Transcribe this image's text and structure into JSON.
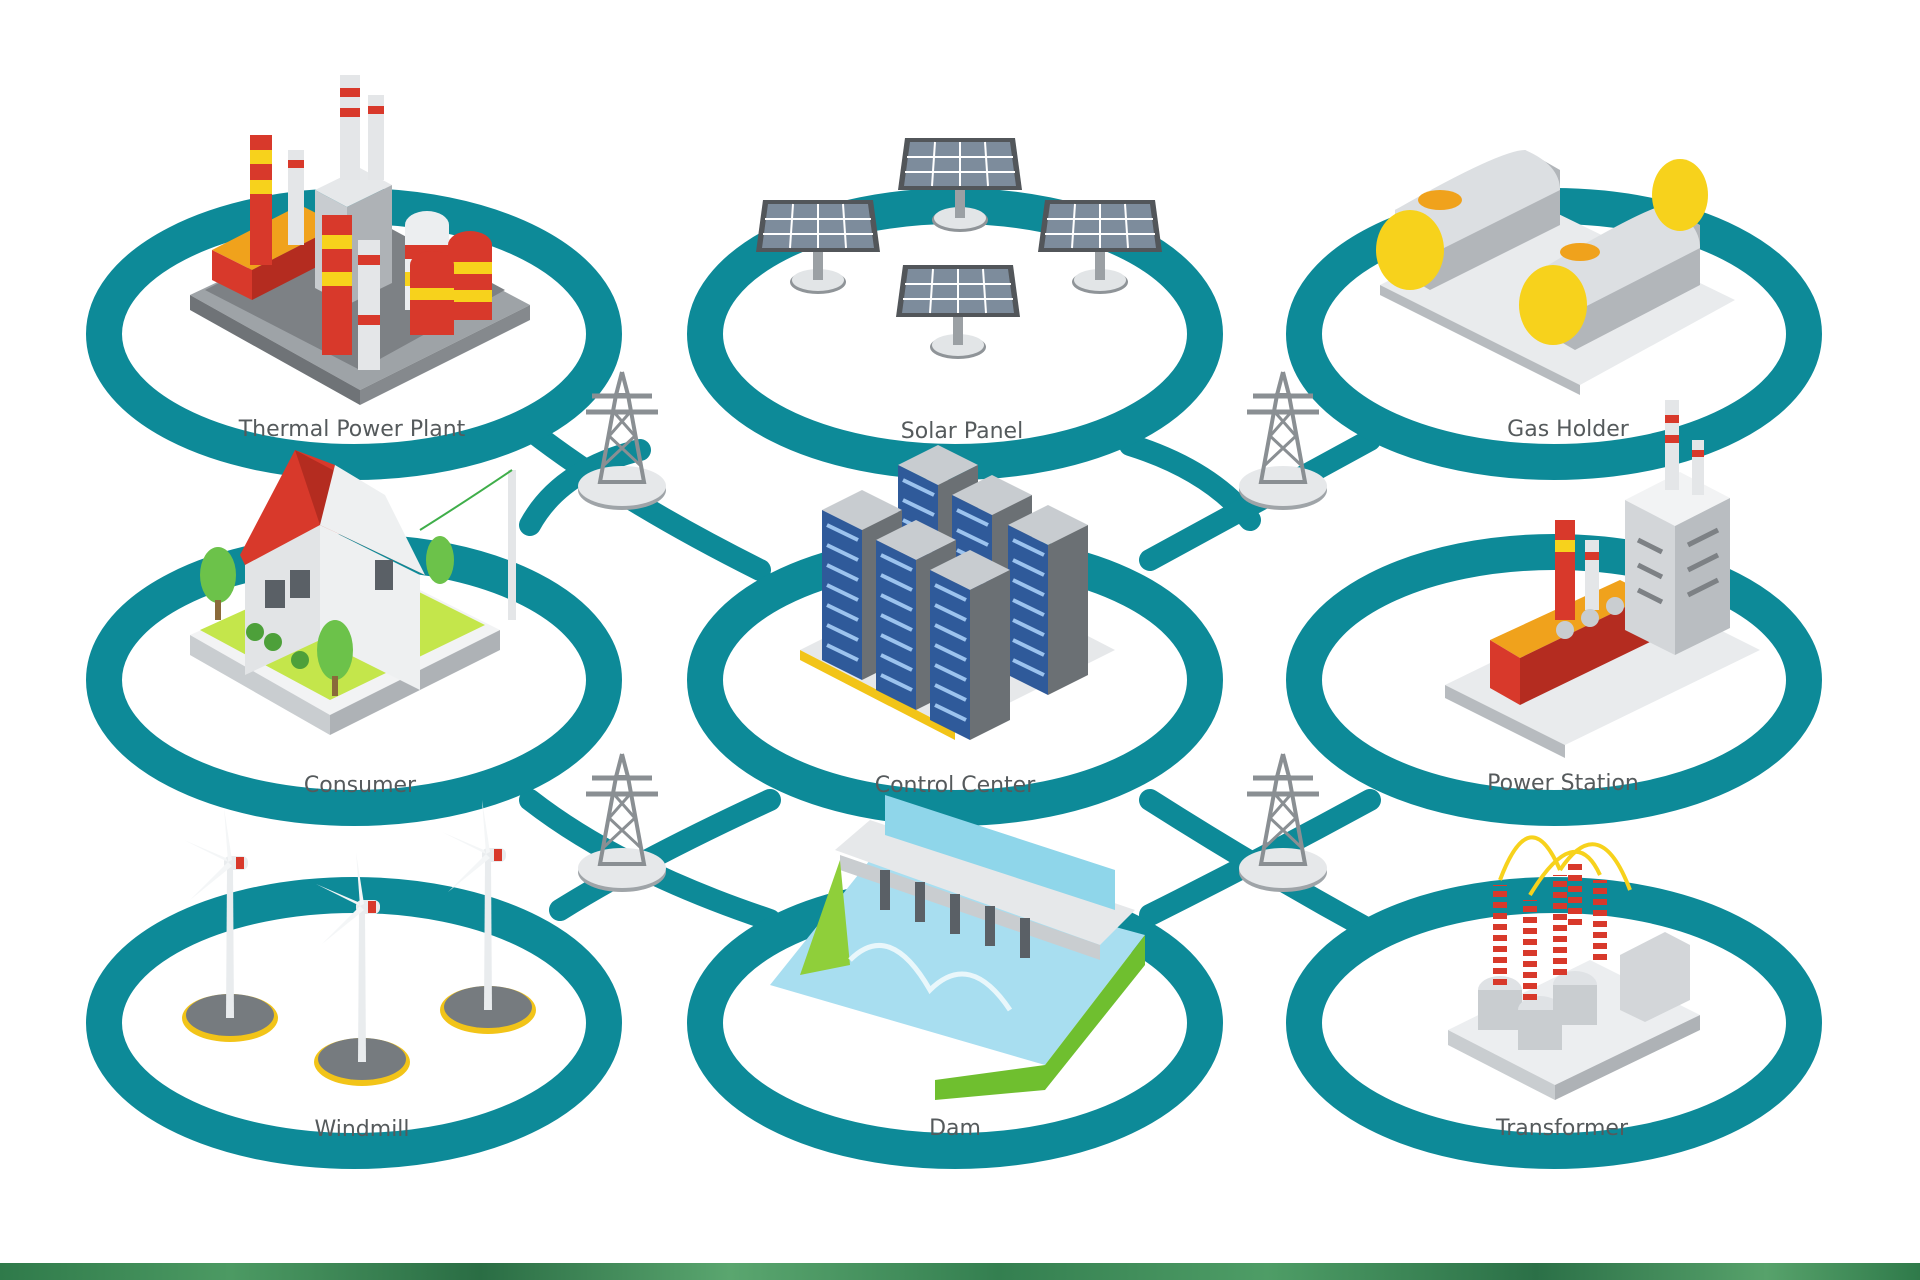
{
  "colors": {
    "ring": "#0d8a98",
    "label": "#555a5c",
    "red": "#d8392b",
    "yellow": "#f7d21c",
    "grey": "#c9cdd0",
    "dark_grey": "#6f7377",
    "server_blue": "#2f5a9a",
    "water": "#8fd6ea",
    "grass": "#8fcf3a"
  },
  "nodes": [
    {
      "id": "thermal",
      "label": "Thermal Power Plant",
      "icon": "thermal-power-plant-icon"
    },
    {
      "id": "solar",
      "label": "Solar Panel",
      "icon": "solar-panel-icon"
    },
    {
      "id": "gas",
      "label": "Gas Holder",
      "icon": "gas-holder-icon"
    },
    {
      "id": "consumer",
      "label": "Consumer",
      "icon": "house-icon"
    },
    {
      "id": "control",
      "label": "Control Center",
      "icon": "server-rack-icon"
    },
    {
      "id": "station",
      "label": "Power Station",
      "icon": "power-station-icon"
    },
    {
      "id": "windmill",
      "label": "Windmill",
      "icon": "wind-turbine-icon"
    },
    {
      "id": "dam",
      "label": "Dam",
      "icon": "dam-icon"
    },
    {
      "id": "transformer",
      "label": "Transformer",
      "icon": "transformer-icon"
    }
  ],
  "pylons": [
    "transmission-tower-icon",
    "transmission-tower-icon",
    "transmission-tower-icon",
    "transmission-tower-icon"
  ]
}
